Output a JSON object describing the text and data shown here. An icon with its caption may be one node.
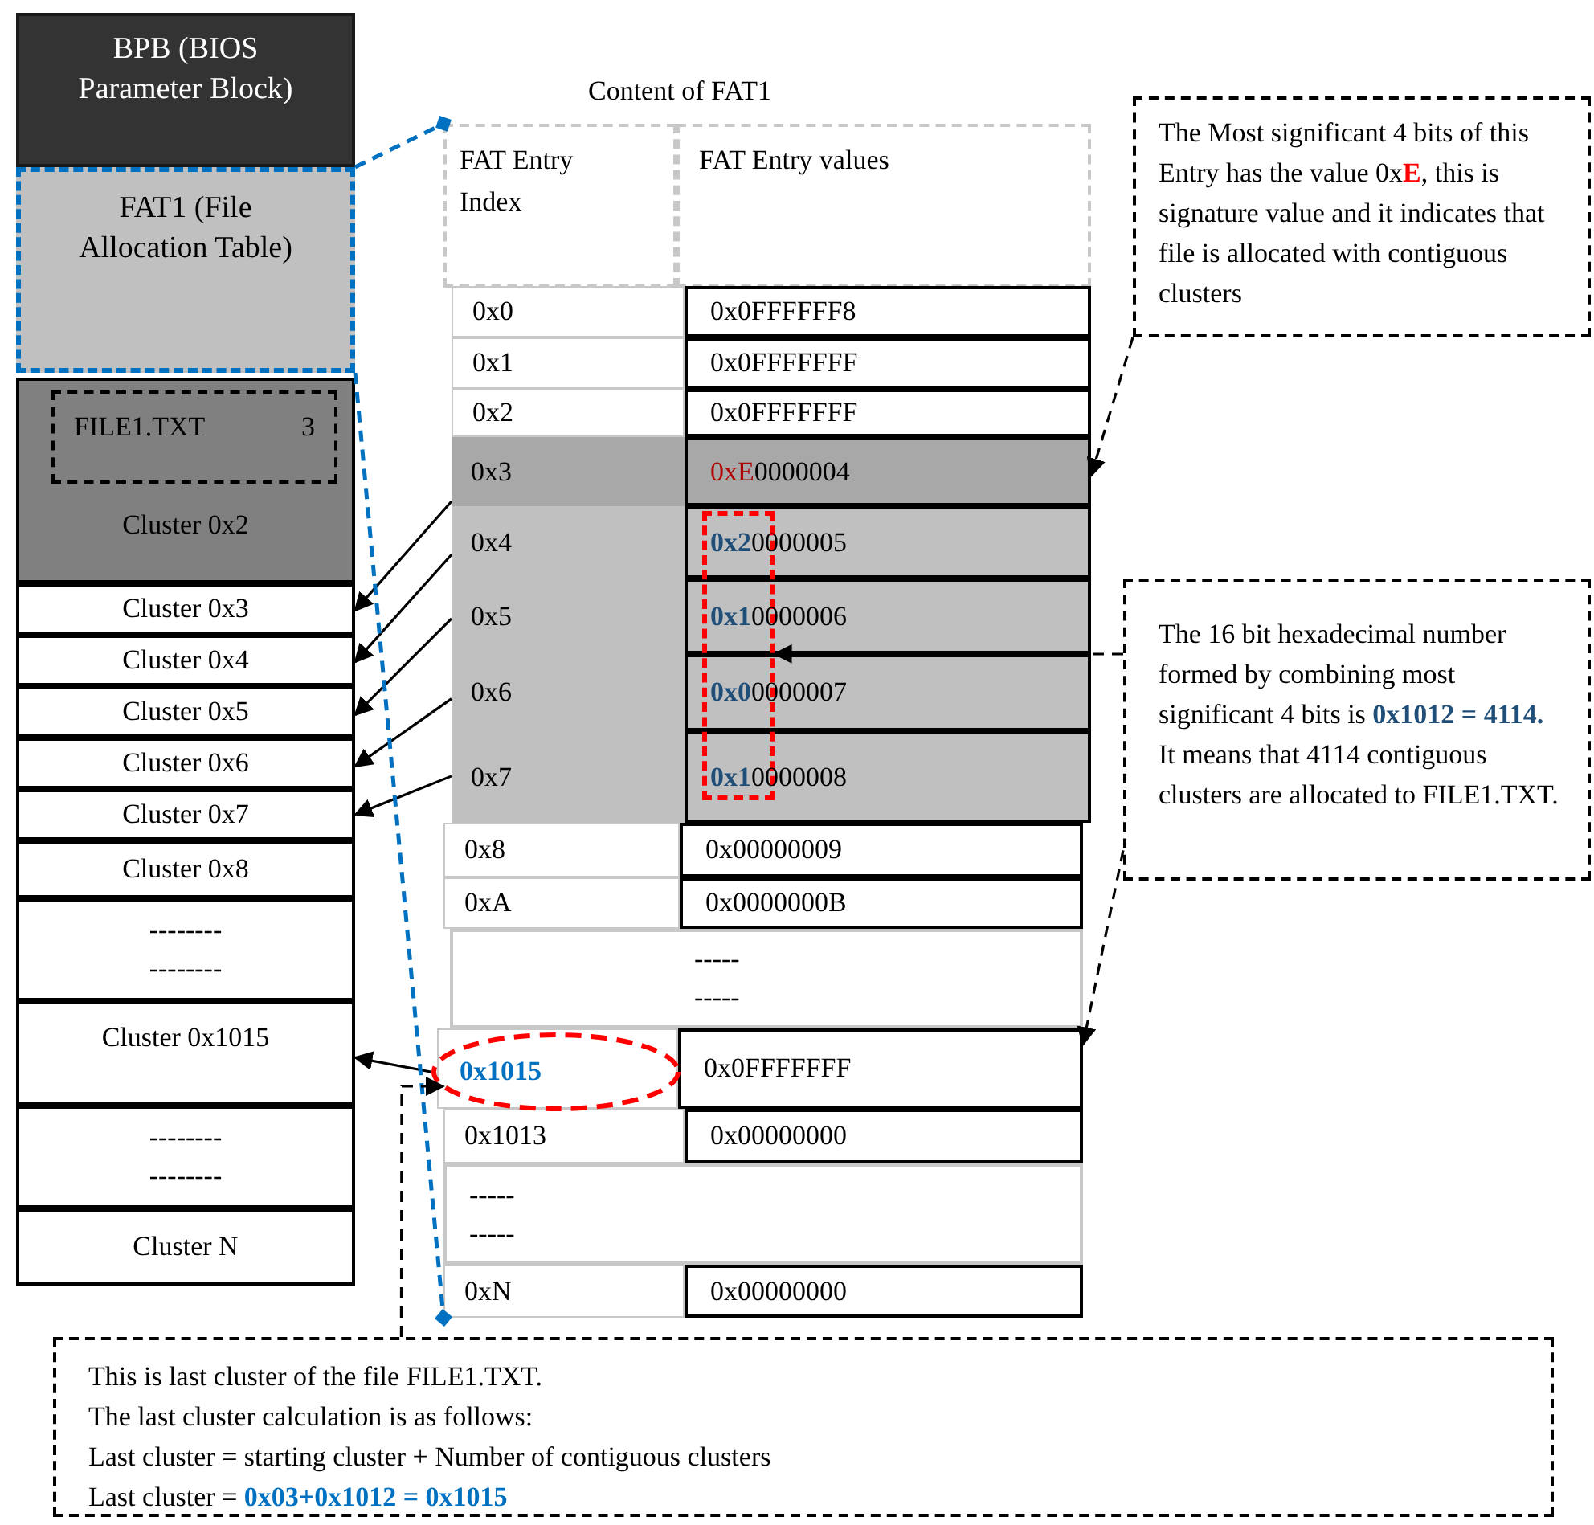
{
  "diagram": {
    "nodes": [
      {
        "text": [
          "BPB (BIOS Parameter Block)"
        ]
      },
      {
        "text": [
          "FAT1 (File Allocation Table)"
        ]
      },
      {
        "text": [
          "Cluster 0x2"
        ]
      },
      {
        "text": [
          "FILE1.TXT",
          "3"
        ],
        "in": 2
      },
      {
        "text": [
          "Cluster 0x3"
        ]
      },
      {
        "text": [
          "Cluster 0x4"
        ]
      },
      {
        "text": [
          "Cluster 0x5"
        ]
      },
      {
        "text": [
          "Cluster 0x6"
        ]
      },
      {
        "text": [
          "Cluster 0x7"
        ]
      },
      {
        "text": [
          "Cluster 0x8"
        ]
      },
      {
        "text": [
          "-------- --------"
        ]
      },
      {
        "text": [
          "Cluster 0x1015"
        ]
      },
      {
        "text": [
          "-------- --------"
        ]
      },
      {
        "text": [
          "Cluster N"
        ]
      },
      {
        "text": [
          "Content of FAT1"
        ]
      },
      {
        "text": [
          "FAT Entry Index"
        ],
        "in": 14
      },
      {
        "text": [
          "FAT Entry values"
        ],
        "in": 14
      },
      {
        "text": [
          "0x0"
        ],
        "in": 14
      },
      {
        "text": [
          "0x0FFFFFF8"
        ],
        "in": 14
      },
      {
        "text": [
          "0x1"
        ],
        "in": 14
      },
      {
        "text": [
          "0x0FFFFFFF"
        ],
        "in": 14
      },
      {
        "text": [
          "0x2"
        ],
        "in": 14
      },
      {
        "text": [
          "0x0FFFFFFF"
        ],
        "in": 14
      },
      {
        "text": [
          "0x3"
        ],
        "in": 14
      },
      {
        "text": [
          "**0xE**0000004"
        ],
        "in": 14
      },
      {
        "text": [
          "0x4"
        ],
        "in": 14
      },
      {
        "text": [
          "**0x2**0000005"
        ],
        "in": 14
      },
      {
        "text": [
          "0x5"
        ],
        "in": 14
      },
      {
        "text": [
          "**0x1**0000006"
        ],
        "in": 14
      },
      {
        "text": [
          "0x6"
        ],
        "in": 14
      },
      {
        "text": [
          "**0x0**0000007"
        ],
        "in": 14
      },
      {
        "text": [
          "0x7"
        ],
        "in": 14
      },
      {
        "text": [
          "**0x1**0000008"
        ],
        "in": 14
      },
      {
        "text": [
          "0x8"
        ],
        "in": 14
      },
      {
        "text": [
          "0x00000009"
        ],
        "in": 14
      },
      {
        "text": [
          "0xA"
        ],
        "in": 14
      },
      {
        "text": [
          "0x0000000B"
        ],
        "in": 14
      },
      {
        "text": [
          "----- -----"
        ],
        "in": 14
      },
      {
        "text": [
          "0x1015"
        ]
      },
      {
        "text": [
          "0x0FFFFFFF"
        ],
        "in": 14
      },
      {
        "text": [
          "0x1013"
        ],
        "in": 14
      },
      {
        "text": [
          "0x00000000"
        ],
        "in": 14
      },
      {
        "text": [
          "----- -----"
        ],
        "in": 14
      },
      {
        "text": [
          "0xN"
        ],
        "in": 14
      },
      {
        "text": [
          "0x00000000"
        ],
        "in": 14
      },
      {
        "text": [],
        "shape": "box",
        "in": 14
      },
      {
        "text": [
          "The Most significant 4 bits of this Entry has the value 0x**E**, this is signature value and it indicates that file is allocated with contiguous clusters"
        ]
      },
      {
        "text": [
          "The 16 bit hexadecimal number formed by combining most significant 4 bits is **0x1012 = 4114.** It means that 4114 contiguous clusters are allocated to FILE1.TXT."
        ]
      },
      {
        "text": [
          "This is last cluster of the file FILE1.TXT.",
          "The last cluster calculation is as follows:",
          "Last cluster = starting cluster + Number of contiguous clusters",
          "Last cluster = **0x03+0x1012 = 0x1015**"
        ]
      }
    ],
    "edges": [
      {
        "from": 23,
        "to": 4,
        "arrow": "to"
      },
      {
        "from": 25,
        "to": 5,
        "arrow": "to"
      },
      {
        "from": 27,
        "to": 6,
        "arrow": "to"
      },
      {
        "from": 29,
        "to": 7,
        "arrow": "to"
      },
      {
        "from": 31,
        "to": 8,
        "arrow": "to"
      },
      {
        "from": 38,
        "to": 11,
        "arrow": "to"
      },
      {
        "from": 1,
        "to": 14,
        "arrow": "other",
        "style": "dashed",
        "color": "#0070c0"
      },
      {
        "from": 1,
        "to": 14,
        "arrow": "other",
        "style": "dashed",
        "color": "#0070c0"
      },
      {
        "from": 46,
        "to": 24,
        "arrow": "to",
        "style": "dashed"
      },
      {
        "from": 47,
        "to": 45,
        "arrow": "to",
        "style": "dashed"
      },
      {
        "from": 47,
        "to": 39,
        "arrow": "to",
        "style": "dashed"
      },
      {
        "from": 48,
        "to": 38,
        "arrow": "to",
        "style": "dashed"
      }
    ]
  }
}
